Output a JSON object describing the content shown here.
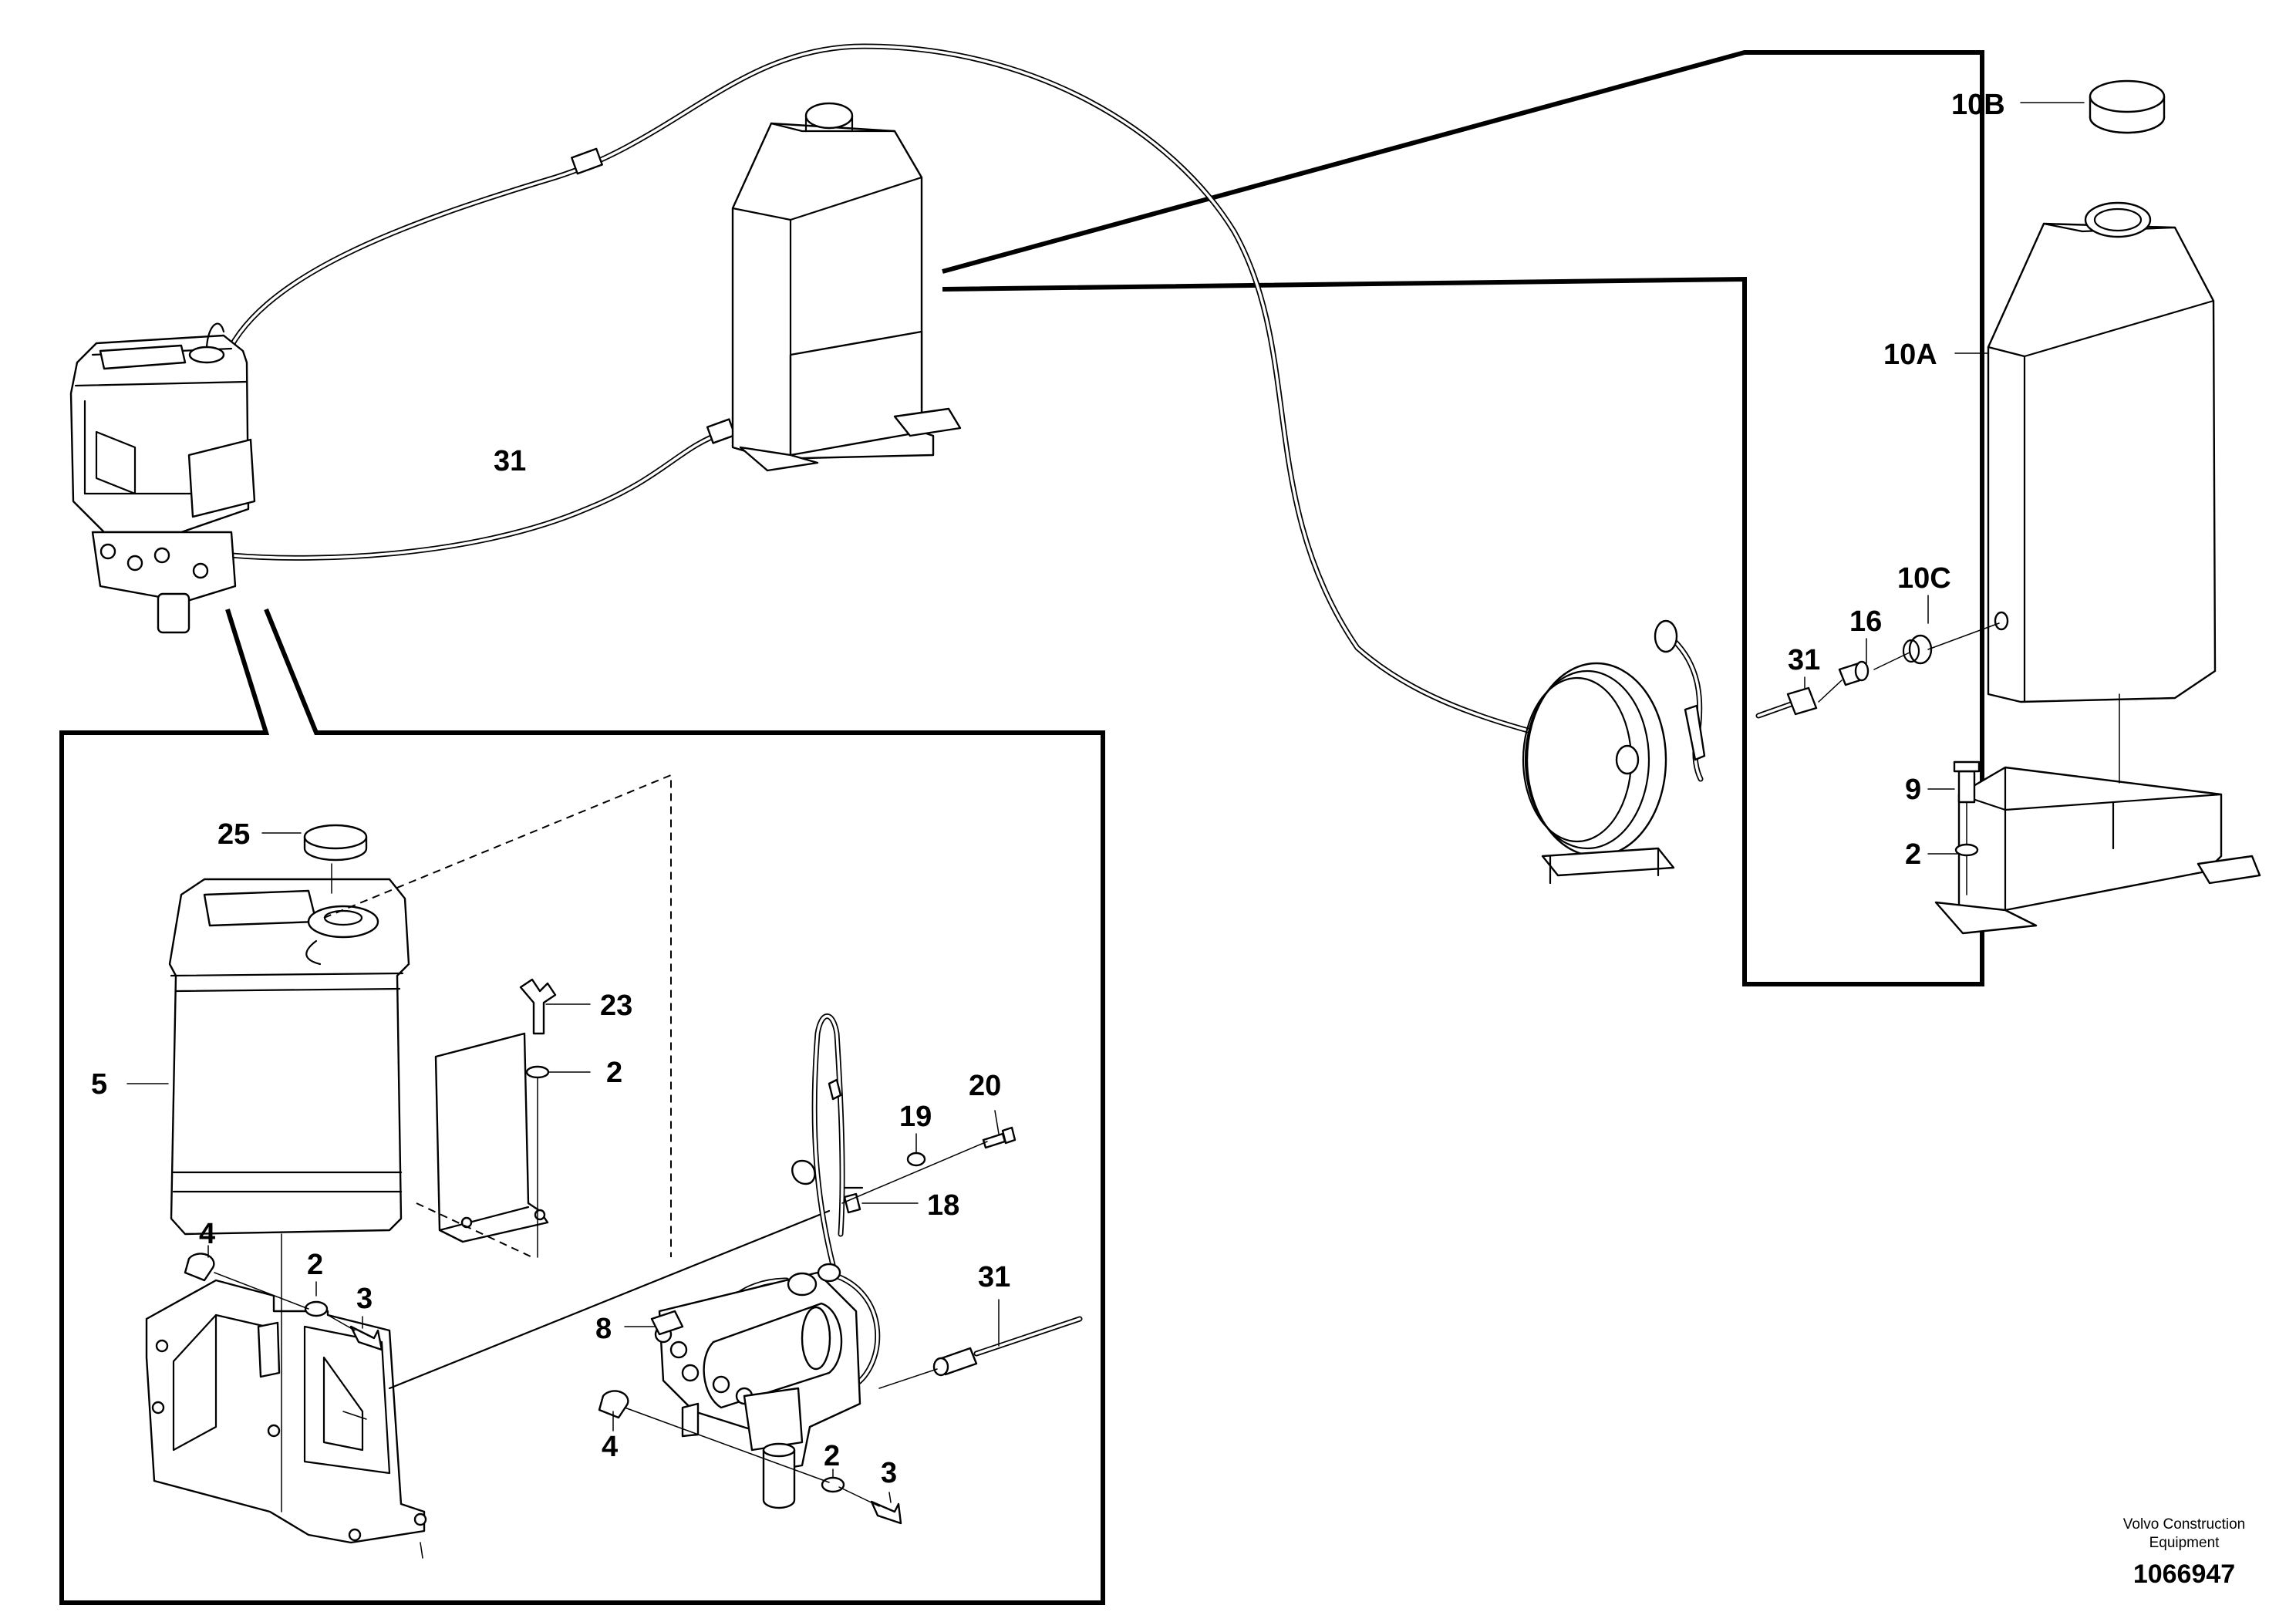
{
  "callouts": {
    "c10b": "10B",
    "c10a": "10A",
    "c10c": "10C",
    "c16": "16",
    "c31_detail": "31",
    "c9": "9",
    "c2_detail": "2",
    "c31_hose": "31",
    "c25": "25",
    "c23": "23",
    "c2_bracket": "2",
    "c5": "5",
    "c20": "20",
    "c19": "19",
    "c18": "18",
    "c4_tank": "4",
    "c2_tank": "2",
    "c3_tank": "3",
    "c31_pump": "31",
    "c8": "8",
    "c4_pump": "4",
    "c2_pump": "2",
    "c3_pump": "3"
  },
  "footer": {
    "company_line1": "Volvo Construction",
    "company_line2": "Equipment",
    "document_number": "1066947"
  }
}
